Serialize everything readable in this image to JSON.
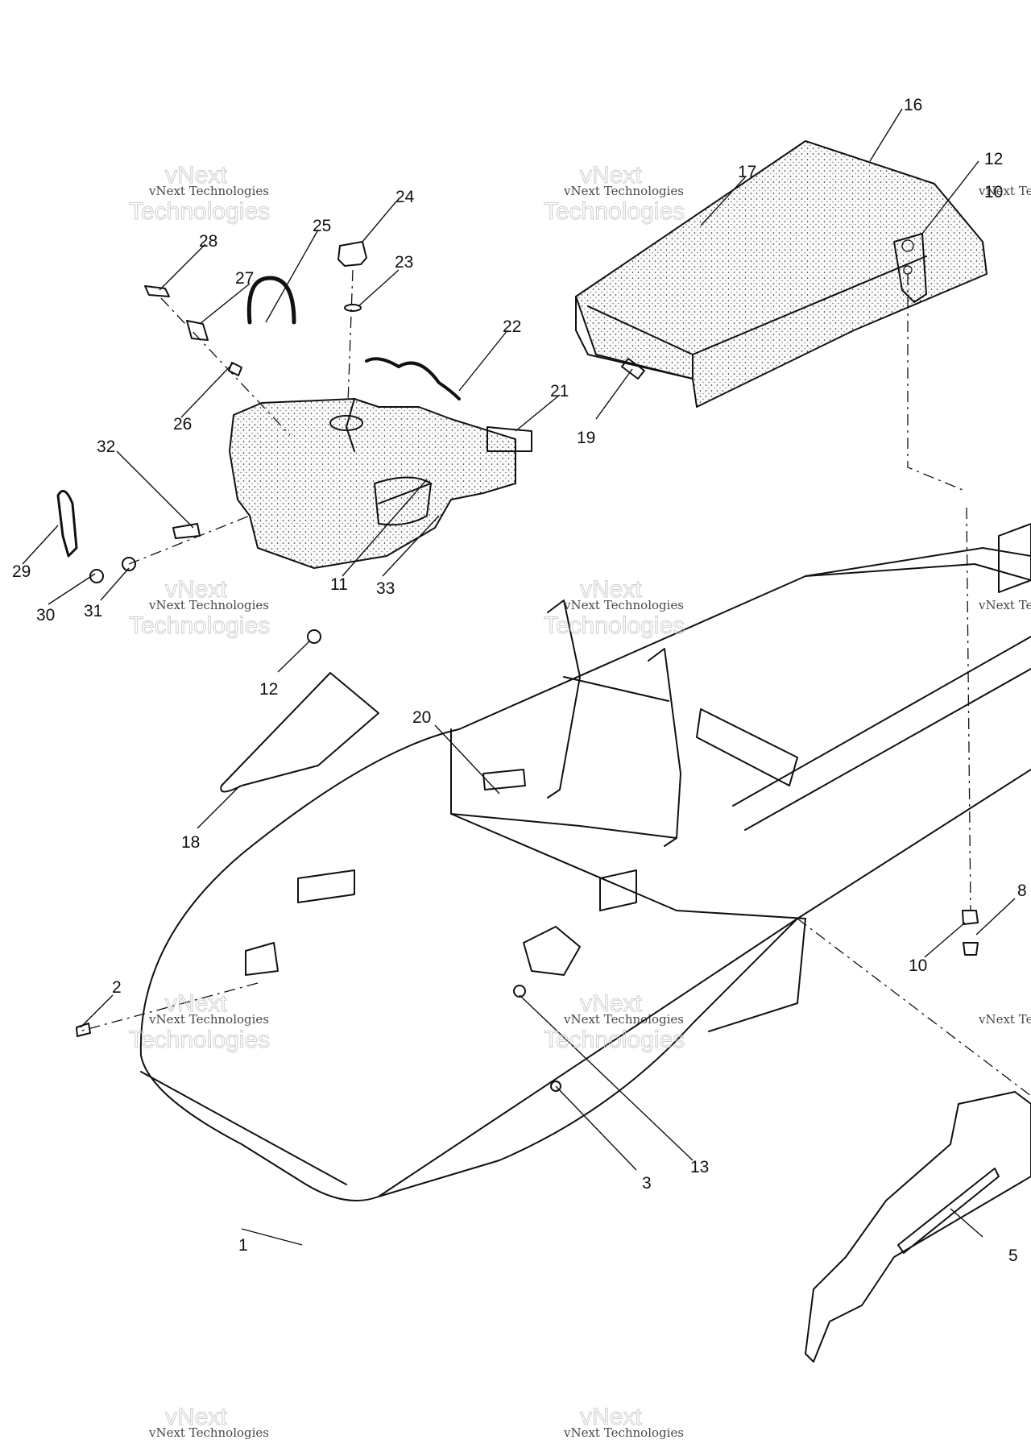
{
  "diagram": {
    "callouts": [
      {
        "id": "1",
        "label": "1"
      },
      {
        "id": "2",
        "label": "2"
      },
      {
        "id": "3",
        "label": "3"
      },
      {
        "id": "5",
        "label": "5"
      },
      {
        "id": "8",
        "label": "8"
      },
      {
        "id": "10a",
        "label": "10"
      },
      {
        "id": "10b",
        "label": "10"
      },
      {
        "id": "11",
        "label": "11"
      },
      {
        "id": "12a",
        "label": "12"
      },
      {
        "id": "12b",
        "label": "12"
      },
      {
        "id": "13",
        "label": "13"
      },
      {
        "id": "16",
        "label": "16"
      },
      {
        "id": "17",
        "label": "17"
      },
      {
        "id": "18",
        "label": "18"
      },
      {
        "id": "19",
        "label": "19"
      },
      {
        "id": "20",
        "label": "20"
      },
      {
        "id": "21",
        "label": "21"
      },
      {
        "id": "22",
        "label": "22"
      },
      {
        "id": "23",
        "label": "23"
      },
      {
        "id": "24",
        "label": "24"
      },
      {
        "id": "25",
        "label": "25"
      },
      {
        "id": "26",
        "label": "26"
      },
      {
        "id": "27",
        "label": "27"
      },
      {
        "id": "28",
        "label": "28"
      },
      {
        "id": "29",
        "label": "29"
      },
      {
        "id": "30",
        "label": "30"
      },
      {
        "id": "31",
        "label": "31"
      },
      {
        "id": "32",
        "label": "32"
      },
      {
        "id": "33",
        "label": "33"
      }
    ]
  },
  "watermark": {
    "line1": "vNext Technologies",
    "line2": "vNext",
    "line3": "Technologies"
  },
  "colors": {
    "ink": "#111111",
    "background": "#ffffff",
    "watermark": "#c9c9c9"
  }
}
